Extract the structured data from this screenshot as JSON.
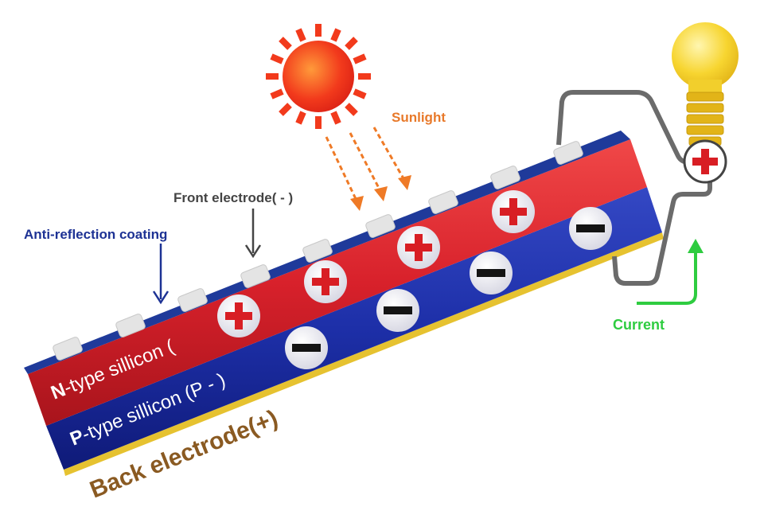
{
  "labels": {
    "sunlight": "Sunlight",
    "front_electrode": "Front electrode( - )",
    "anti_reflection": "Anti-reflection coating",
    "current": "Current",
    "back_electrode": "Back electrode(+)",
    "n_type_letter": "N",
    "n_type_rest": "-type sillicon (",
    "p_type_letter": "P",
    "p_type_rest": "-type sillicon (P - )"
  },
  "colors": {
    "sun": "#f23a1c",
    "sunlight_text": "#e8792a",
    "n_layer": "#d8212b",
    "p_layer": "#1d2fa8",
    "coating": "#1f3a9a",
    "back_electrode": "#e6c230",
    "back_electrode_text": "#8a5a22",
    "front_label": "#444444",
    "anti_label": "#1d3294",
    "current": "#2ecc40",
    "wire": "#6b6b6b",
    "bulb": "#f7d530"
  },
  "icons": {
    "holes": "plus-sign",
    "electrons": "minus-sign",
    "sun": "sun-icon",
    "bulb": "light-bulb-icon"
  }
}
